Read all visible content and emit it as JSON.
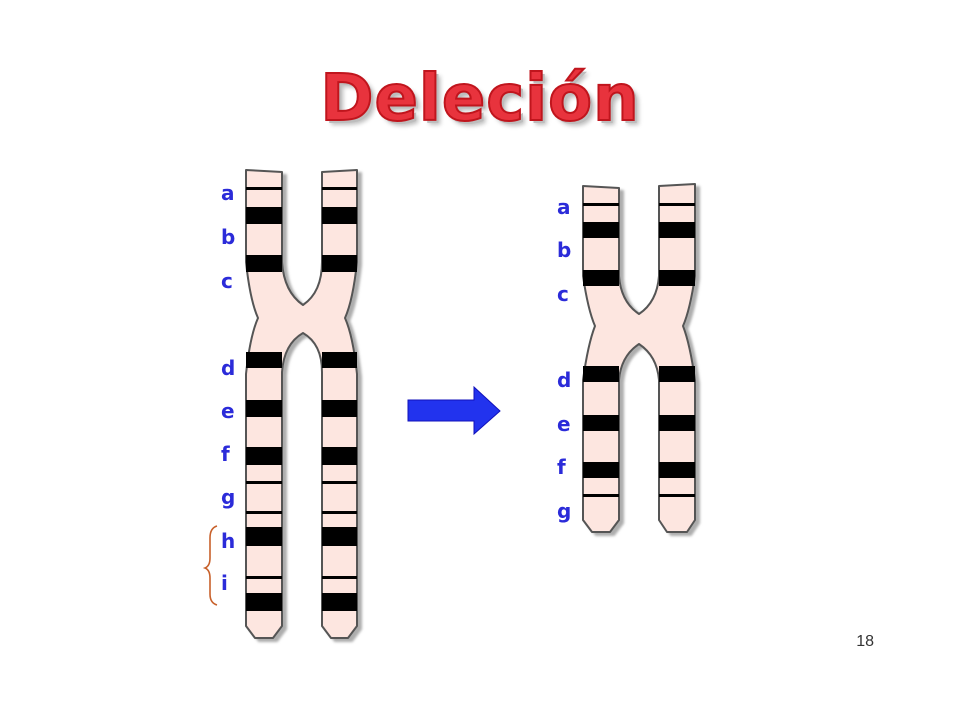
{
  "slide": {
    "title": "Deleción",
    "page_number": "18"
  },
  "diagram": {
    "left_chromosome": {
      "labels": [
        "a",
        "b",
        "c",
        "d",
        "e",
        "f",
        "g",
        "h",
        "i"
      ],
      "bracketed": [
        "h",
        "i"
      ]
    },
    "right_chromosome": {
      "labels": [
        "a",
        "b",
        "c",
        "d",
        "e",
        "f",
        "g"
      ]
    },
    "colors": {
      "chromatid_fill": "#fde6e0",
      "outline": "#555555",
      "band": "#000000",
      "label": "#2b2bd9",
      "arrow": "#2233ee",
      "bracket": "#c8612b",
      "title": "#e8333d"
    },
    "arrow_icon": "right-arrow-icon"
  }
}
